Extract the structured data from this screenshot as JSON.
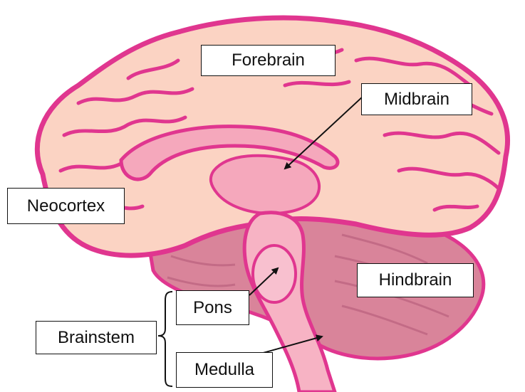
{
  "labels": {
    "forebrain": "Forebrain",
    "midbrain": "Midbrain",
    "neocortex": "Neocortex",
    "hindbrain": "Hindbrain",
    "pons": "Pons",
    "brainstem": "Brainstem",
    "medulla": "Medulla"
  },
  "colors": {
    "outline": "#e0368f",
    "cortex_fill": "#fbd3c3",
    "inner_fill": "#f5a8bc",
    "cerebellum_fill": "#d9849a",
    "brainstem_fill": "#f7b3c4",
    "label_border": "#111111",
    "arrow": "#111111"
  }
}
